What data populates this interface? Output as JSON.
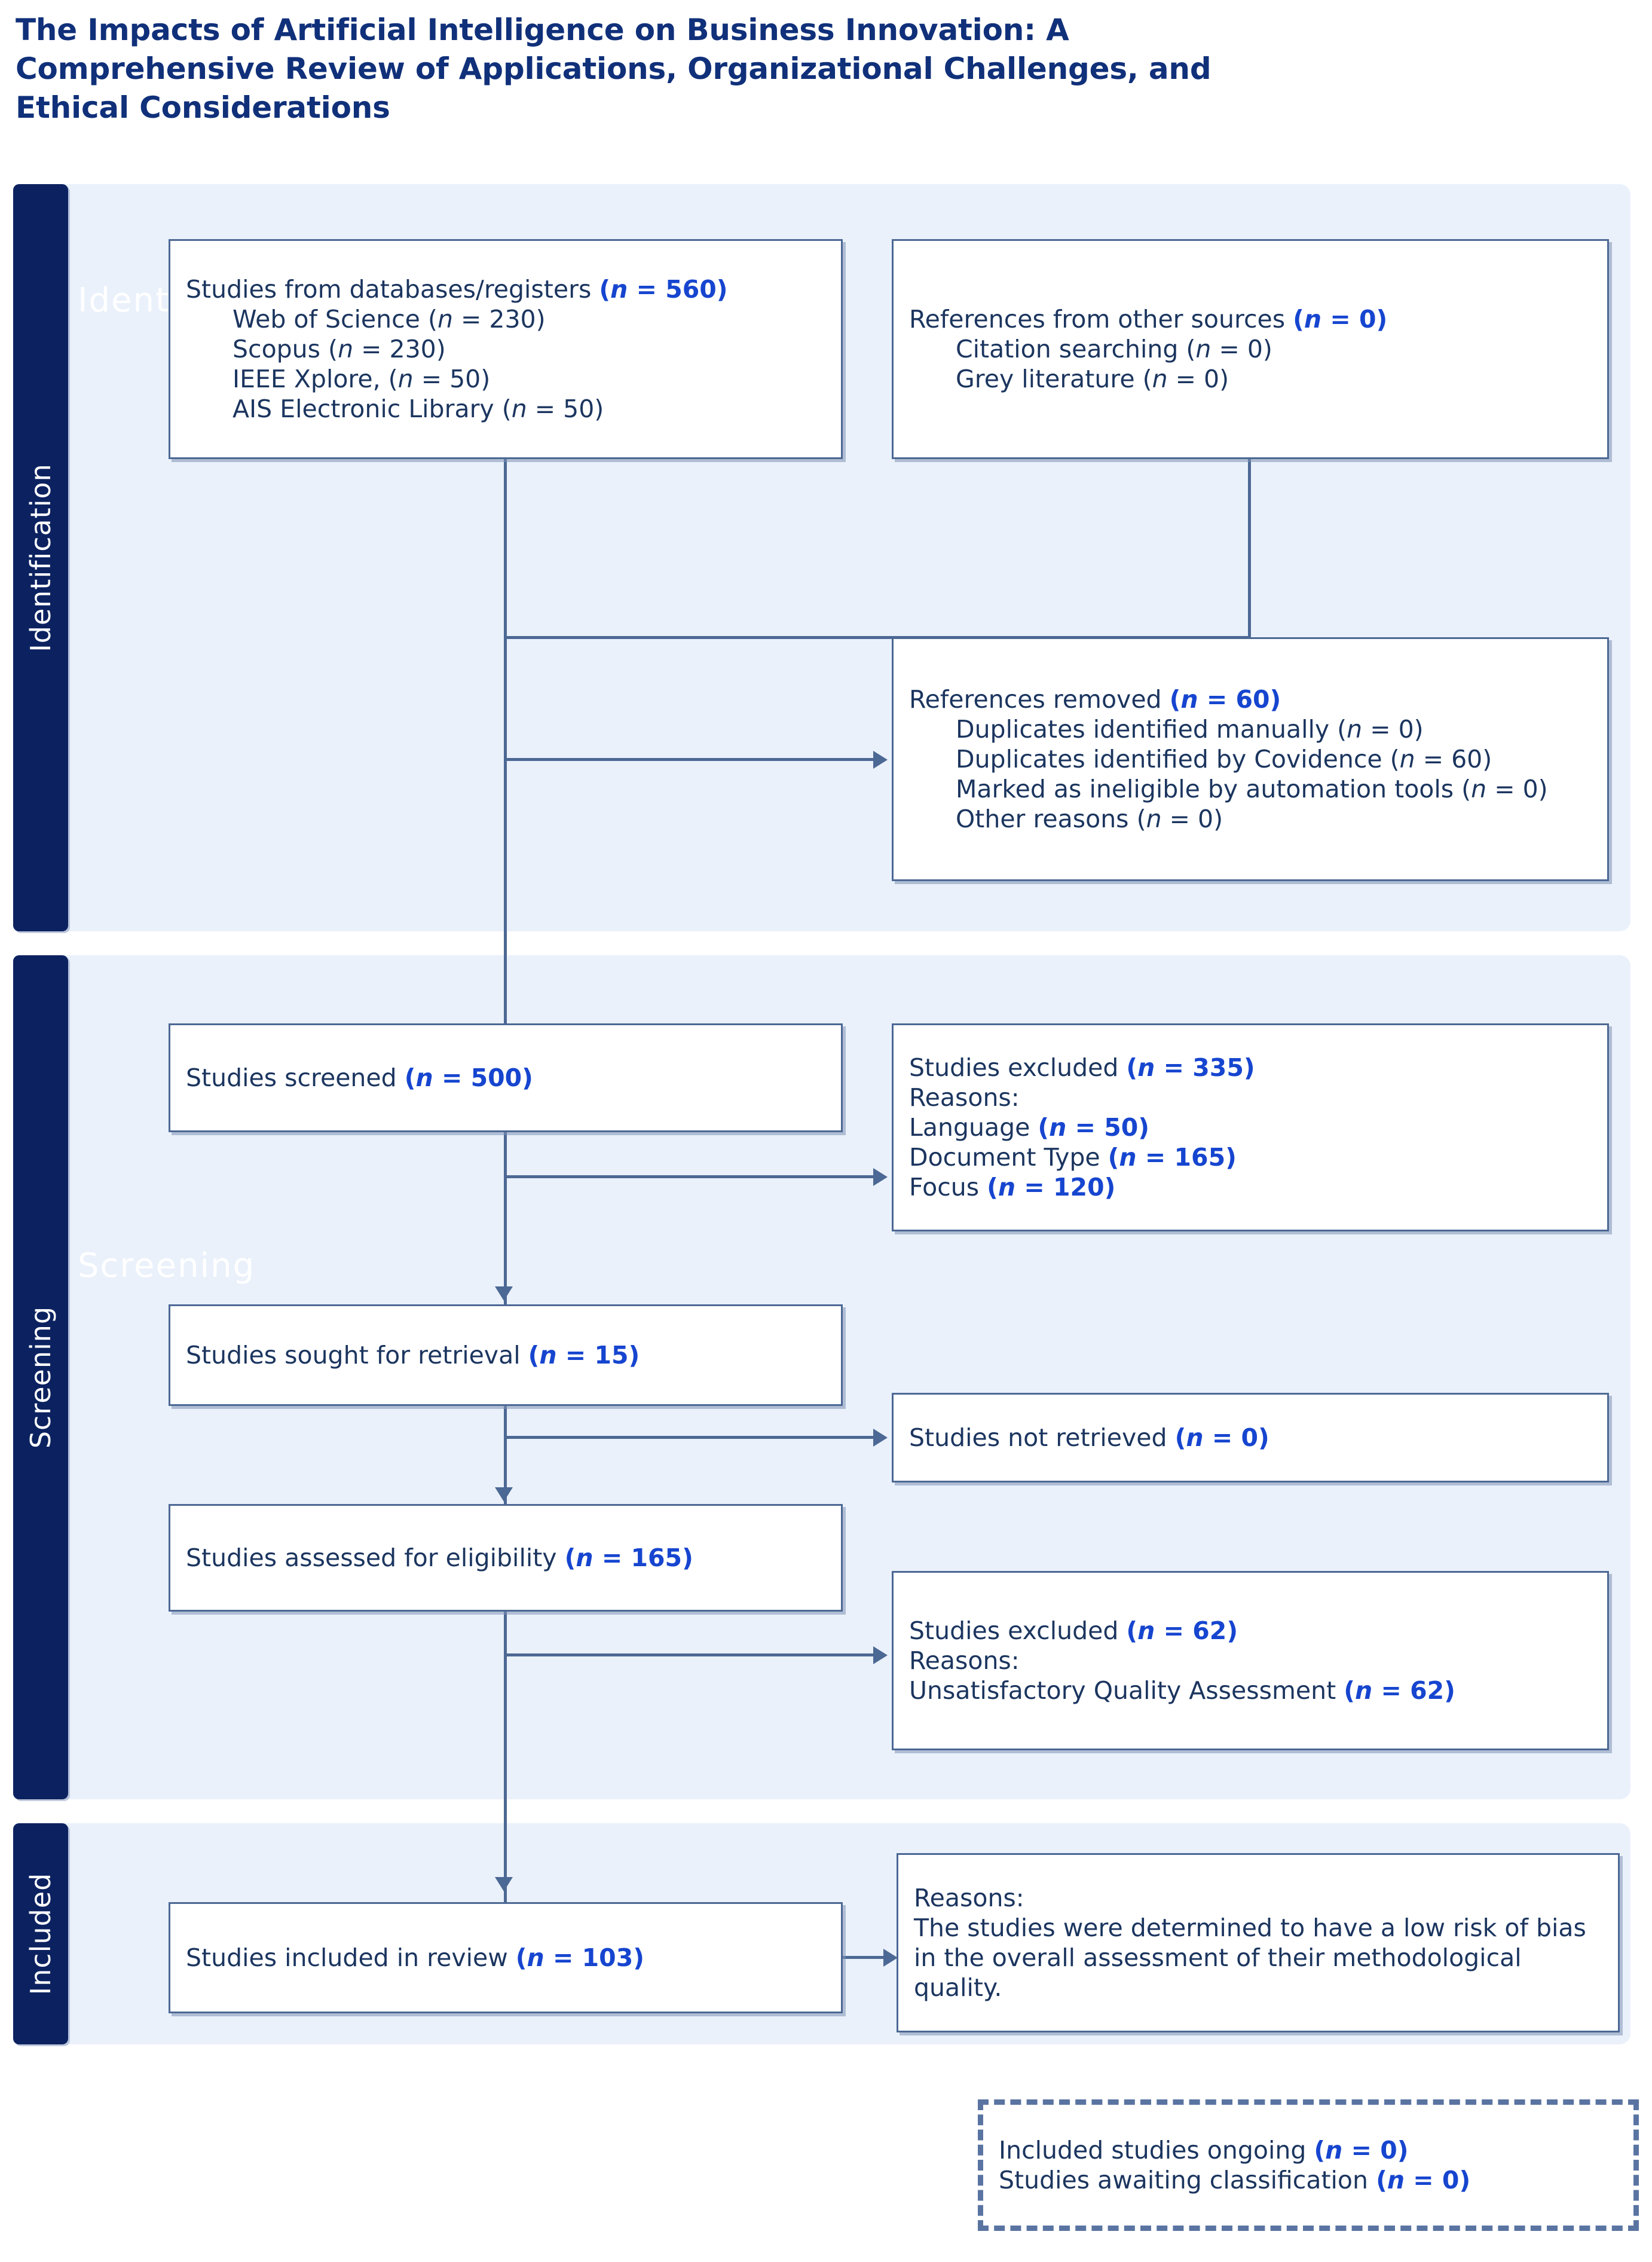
{
  "title": "The Impacts of Artificial Intelligence on Business Innovation: A Comprehensive Review of Applications, Organizational Challenges, and Ethical Considerations",
  "colors": {
    "stage_tab_bg": "#0c2260",
    "band_bg": "#eaf1fb",
    "box_border": "#4c6894",
    "text": "#1b355f",
    "accent_number": "#1645cf",
    "title": "#10307a"
  },
  "stages": [
    {
      "key": "identification",
      "label": "Identification",
      "watermark": "Identification"
    },
    {
      "key": "screening",
      "label": "Screening",
      "watermark": "Screening"
    },
    {
      "key": "included",
      "label": "Included",
      "watermark": ""
    }
  ],
  "boxes": {
    "databases": {
      "heading_text": "Studies from databases/registers",
      "heading_count": "(n = 560)",
      "items": [
        "Web of Science (n = 230)",
        "Scopus (n = 230)",
        "IEEE Xplore, (n = 50)",
        "AIS Electronic Library (n = 50)"
      ]
    },
    "other_sources": {
      "heading_text": "References from other sources",
      "heading_count": "(n = 0)",
      "items": [
        "Citation searching (n = 0)",
        "Grey literature (n = 0)"
      ]
    },
    "removed": {
      "heading_text": "References removed",
      "heading_count": "(n = 60)",
      "items": [
        "Duplicates identified manually (n = 0)",
        "Duplicates identified by Covidence (n = 60)",
        "Marked as ineligible by automation tools (n = 0)",
        "Other reasons (n = 0)"
      ]
    },
    "screened": {
      "heading_text": "Studies screened",
      "heading_count": "(n = 500)"
    },
    "excluded_screening": {
      "heading_text": "Studies excluded",
      "heading_count": "(n = 335)",
      "reasons_label": "Reasons:",
      "reasons": [
        {
          "text": "Language",
          "count": "(n = 50)"
        },
        {
          "text": "Document Type",
          "count": "(n = 165)"
        },
        {
          "text": "Focus",
          "count": "(n = 120)"
        }
      ]
    },
    "sought": {
      "heading_text": "Studies sought for retrieval",
      "heading_count": "(n = 15)"
    },
    "not_retrieved": {
      "heading_text": "Studies not retrieved",
      "heading_count": "(n = 0)"
    },
    "assessed": {
      "heading_text": "Studies assessed for eligibility",
      "heading_count": "(n = 165)"
    },
    "excluded_eligibility": {
      "heading_text": "Studies excluded",
      "heading_count": "(n = 62)",
      "reasons_label": "Reasons:",
      "reasons": [
        {
          "text": "Unsatisfactory Quality Assessment",
          "count": "(n = 62)"
        }
      ]
    },
    "included_review": {
      "heading_text": "Studies included in review",
      "heading_count": "(n = 103)"
    },
    "included_reasons": {
      "reasons_label": "Reasons:",
      "body": "The studies were determined to have a low risk of bias in the overall assessment of their methodological quality."
    },
    "ongoing": {
      "line1_text": "Included studies ongoing",
      "line1_count": "(n = 0)",
      "line2_text": "Studies awaiting classification",
      "line2_count": "(n = 0)"
    }
  }
}
